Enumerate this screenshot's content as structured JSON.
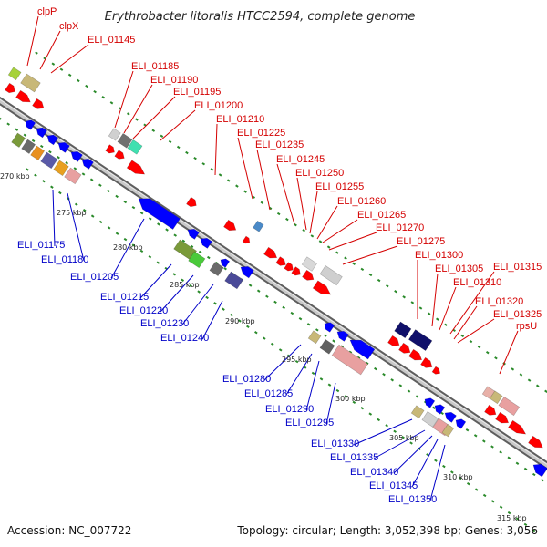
{
  "title": "Erythrobacter litoralis HTCC2594, complete genome",
  "footer": {
    "accession": "Accession: NC_007722",
    "summary": "Topology: circular; Length: 3,052,398 bp; Genes: 3,056"
  },
  "colors": {
    "forward_label": "#d40000",
    "reverse_label": "#0000c8",
    "forward_gene": "#ff0000",
    "reverse_gene": "#0000ff",
    "backbone": "#8a8a8a",
    "tick": "#2a8a2a"
  },
  "kbp_labels": [
    "270 kbp",
    "275 kbp",
    "280 kbp",
    "285 kbp",
    "290 kbp",
    "295 kbp",
    "300 kbp",
    "305 kbp",
    "310 kbp",
    "315 kbp"
  ],
  "forward_labels": [
    "clpP",
    "clpX",
    "ELI_01145",
    "ELI_01185",
    "ELI_01190",
    "ELI_01195",
    "ELI_01200",
    "ELI_01210",
    "ELI_01225",
    "ELI_01235",
    "ELI_01245",
    "ELI_01250",
    "ELI_01255",
    "ELI_01260",
    "ELI_01265",
    "ELI_01270",
    "ELI_01275",
    "ELI_01300",
    "ELI_01305",
    "ELI_01310",
    "ELI_01315",
    "ELI_01320",
    "ELI_01325",
    "rpsU"
  ],
  "reverse_labels": [
    "ELI_01175",
    "ELI_01180",
    "ELI_01205",
    "ELI_01215",
    "ELI_01220",
    "ELI_01230",
    "ELI_01240",
    "ELI_01280",
    "ELI_01285",
    "ELI_01290",
    "ELI_01295",
    "ELI_01330",
    "ELI_01335",
    "ELI_01340",
    "ELI_01345",
    "ELI_01350"
  ]
}
